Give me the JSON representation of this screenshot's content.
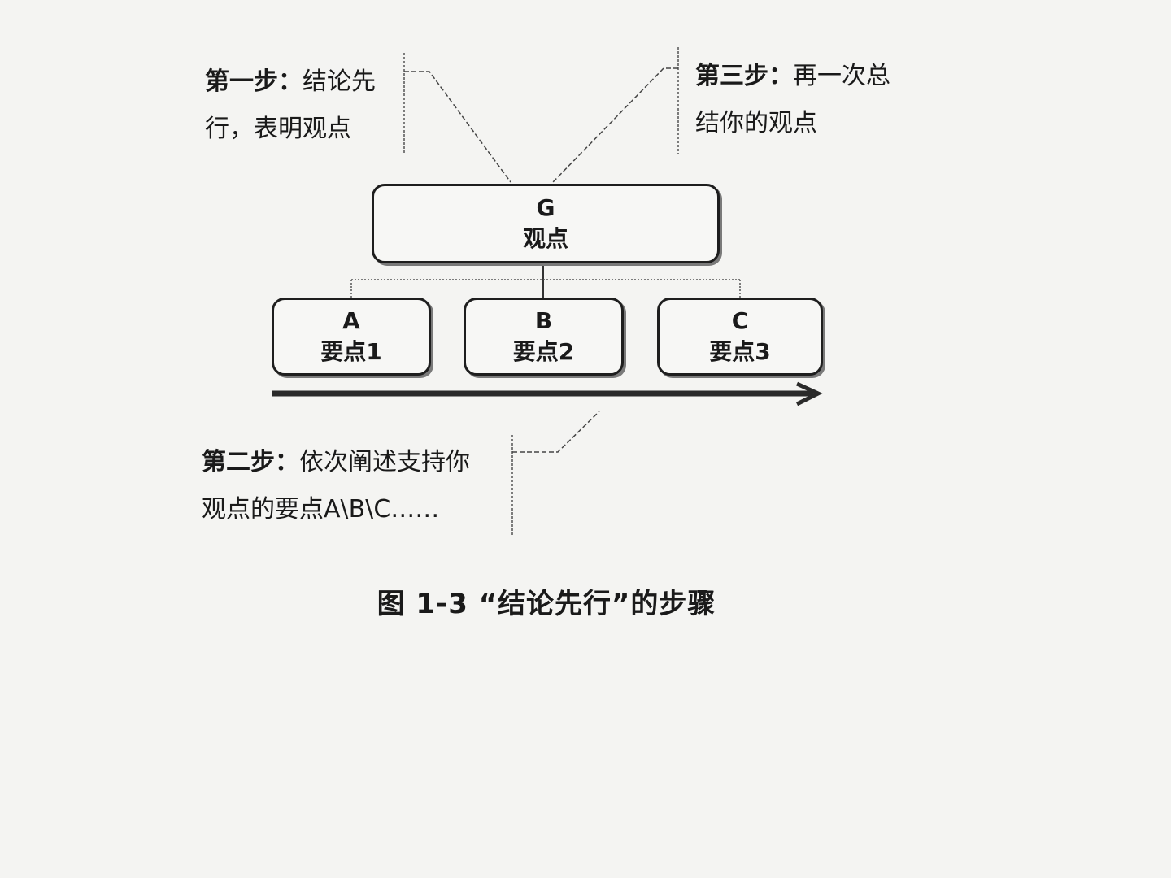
{
  "callouts": {
    "step1": {
      "lead": "第一步：",
      "line1_rest": "结论先",
      "line2": "行，表明观点"
    },
    "step3": {
      "lead": "第三步：",
      "line1_rest": "再一次总",
      "line2": "结你的观点"
    },
    "step2": {
      "lead": "第二步：",
      "line1_rest": "依次阐述支持你",
      "line2": "观点的要点A\\B\\C……"
    }
  },
  "nodes": {
    "top": {
      "letter": "G",
      "label": "观点"
    },
    "points": [
      {
        "letter": "A",
        "label": "要点1"
      },
      {
        "letter": "B",
        "label": "要点2"
      },
      {
        "letter": "C",
        "label": "要点3"
      }
    ]
  },
  "caption": "图 1-3 “结论先行”的步骤"
}
